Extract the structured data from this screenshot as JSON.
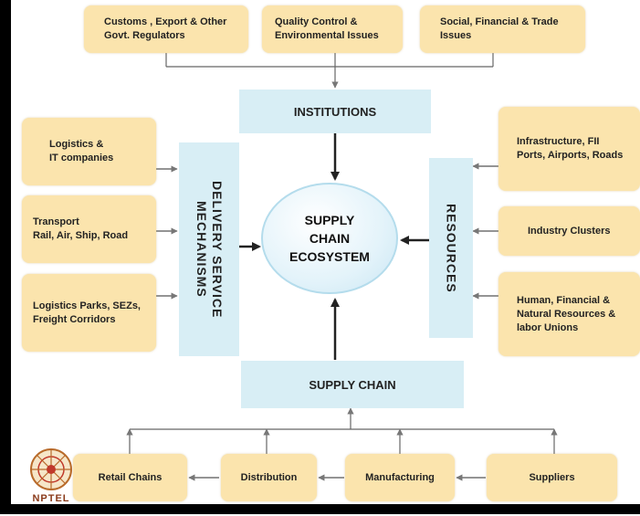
{
  "top_boxes": [
    {
      "label": "Customs , Export & Other\nGovt. Regulators"
    },
    {
      "label": "Quality Control &\nEnvironmental Issues"
    },
    {
      "label": "Social, Financial & Trade\nIssues"
    }
  ],
  "institutions": {
    "label": "INSTITUTIONS"
  },
  "left_boxes": [
    {
      "label": "Logistics &\nIT companies"
    },
    {
      "label": "Transport\nRail, Air, Ship, Road"
    },
    {
      "label": "Logistics Parks, SEZs,\nFreight Corridors"
    }
  ],
  "delivery": {
    "label": "DELIVERY SERVICE\nMECHANISMS"
  },
  "center": {
    "label": "SUPPLY\nCHAIN\nECOSYSTEM"
  },
  "resources": {
    "label": "RESOURCES"
  },
  "right_boxes": [
    {
      "label": "Infrastructure, FII\nPorts, Airports, Roads"
    },
    {
      "label": "Industry Clusters"
    },
    {
      "label": "Human, Financial &\nNatural Resources &\nlabor Unions"
    }
  ],
  "supply_chain": {
    "label": "SUPPLY CHAIN"
  },
  "bottom_boxes": [
    {
      "label": "Retail Chains"
    },
    {
      "label": "Distribution"
    },
    {
      "label": "Manufacturing"
    },
    {
      "label": "Suppliers"
    }
  ],
  "logo": {
    "text": "NPTEL"
  }
}
